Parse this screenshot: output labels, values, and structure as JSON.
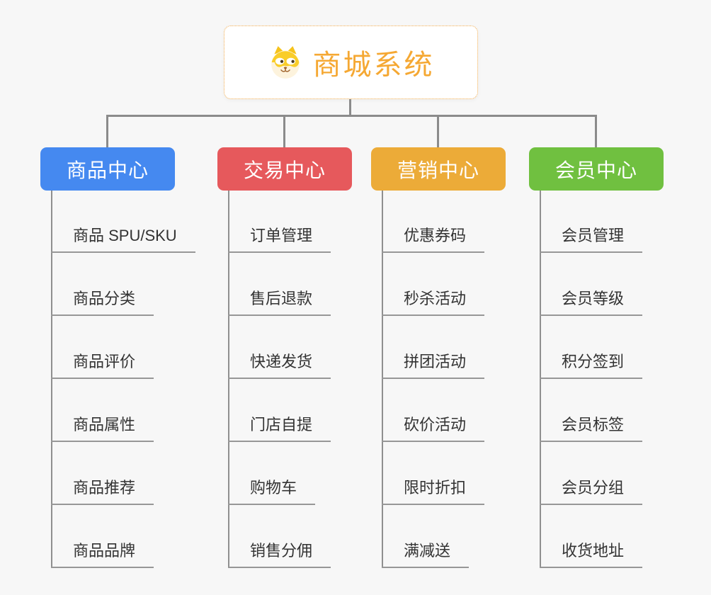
{
  "canvas": {
    "background_color": "#F7F7F7",
    "connector_color": "#8B8B8B"
  },
  "root": {
    "label": "商城系统",
    "icon": "shiba-dog-icon",
    "text_color": "#F5A833",
    "border_color": "#F2AC4E"
  },
  "branches": [
    {
      "label": "商品中心",
      "color": "#4589F0",
      "items": [
        "商品 SPU/SKU",
        "商品分类",
        "商品评价",
        "商品属性",
        "商品推荐",
        "商品品牌"
      ]
    },
    {
      "label": "交易中心",
      "color": "#E6595C",
      "items": [
        "订单管理",
        "售后退款",
        "快递发货",
        "门店自提",
        "购物车",
        "销售分佣"
      ]
    },
    {
      "label": "营销中心",
      "color": "#ECAB38",
      "items": [
        "优惠券码",
        "秒杀活动",
        "拼团活动",
        "砍价活动",
        "限时折扣",
        "满减送"
      ]
    },
    {
      "label": "会员中心",
      "color": "#70C040",
      "items": [
        "会员管理",
        "会员等级",
        "积分签到",
        "会员标签",
        "会员分组",
        "收货地址"
      ]
    }
  ]
}
